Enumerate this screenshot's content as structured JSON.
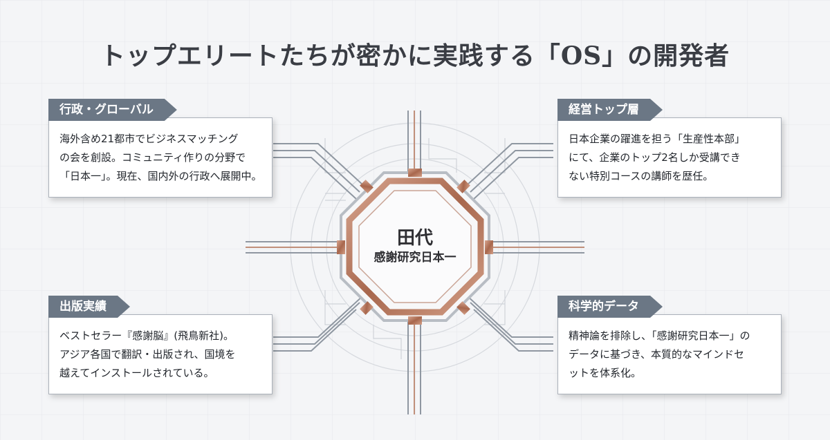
{
  "title": "トップエリートたちが密かに実践する「OS」の開発者",
  "center": {
    "name": "田代",
    "subtitle": "感謝研究日本一"
  },
  "cards": {
    "top_left": {
      "tag": "行政・グローバル",
      "lines": [
        "海外含め21都市でビジネスマッチング",
        "の会を創設。コミュニティ作りの分野で",
        "「日本一」。現在、国内外の行政へ展開中。"
      ]
    },
    "top_right": {
      "tag": "経営トップ層",
      "lines": [
        "日本企業の躍進を担う「生産性本部」",
        "にて、企業のトップ2名しか受講でき",
        "ない特別コースの講師を歴任。"
      ]
    },
    "bottom_left": {
      "tag": "出版実績",
      "lines": [
        "ベストセラー『感謝脳』(飛鳥新社)。",
        "アジア各国で翻訳・出版され、国境を",
        "越えてインストールされている。"
      ]
    },
    "bottom_right": {
      "tag": "科学的データ",
      "lines": [
        "精神論を排除し、「感謝研究日本一」の",
        "データに基づき、本質的なマインドセ",
        "ットを体系化。"
      ]
    }
  },
  "colors": {
    "copper": "#b97e66",
    "tag": "#6b7785",
    "line": "#9aa1aa"
  }
}
